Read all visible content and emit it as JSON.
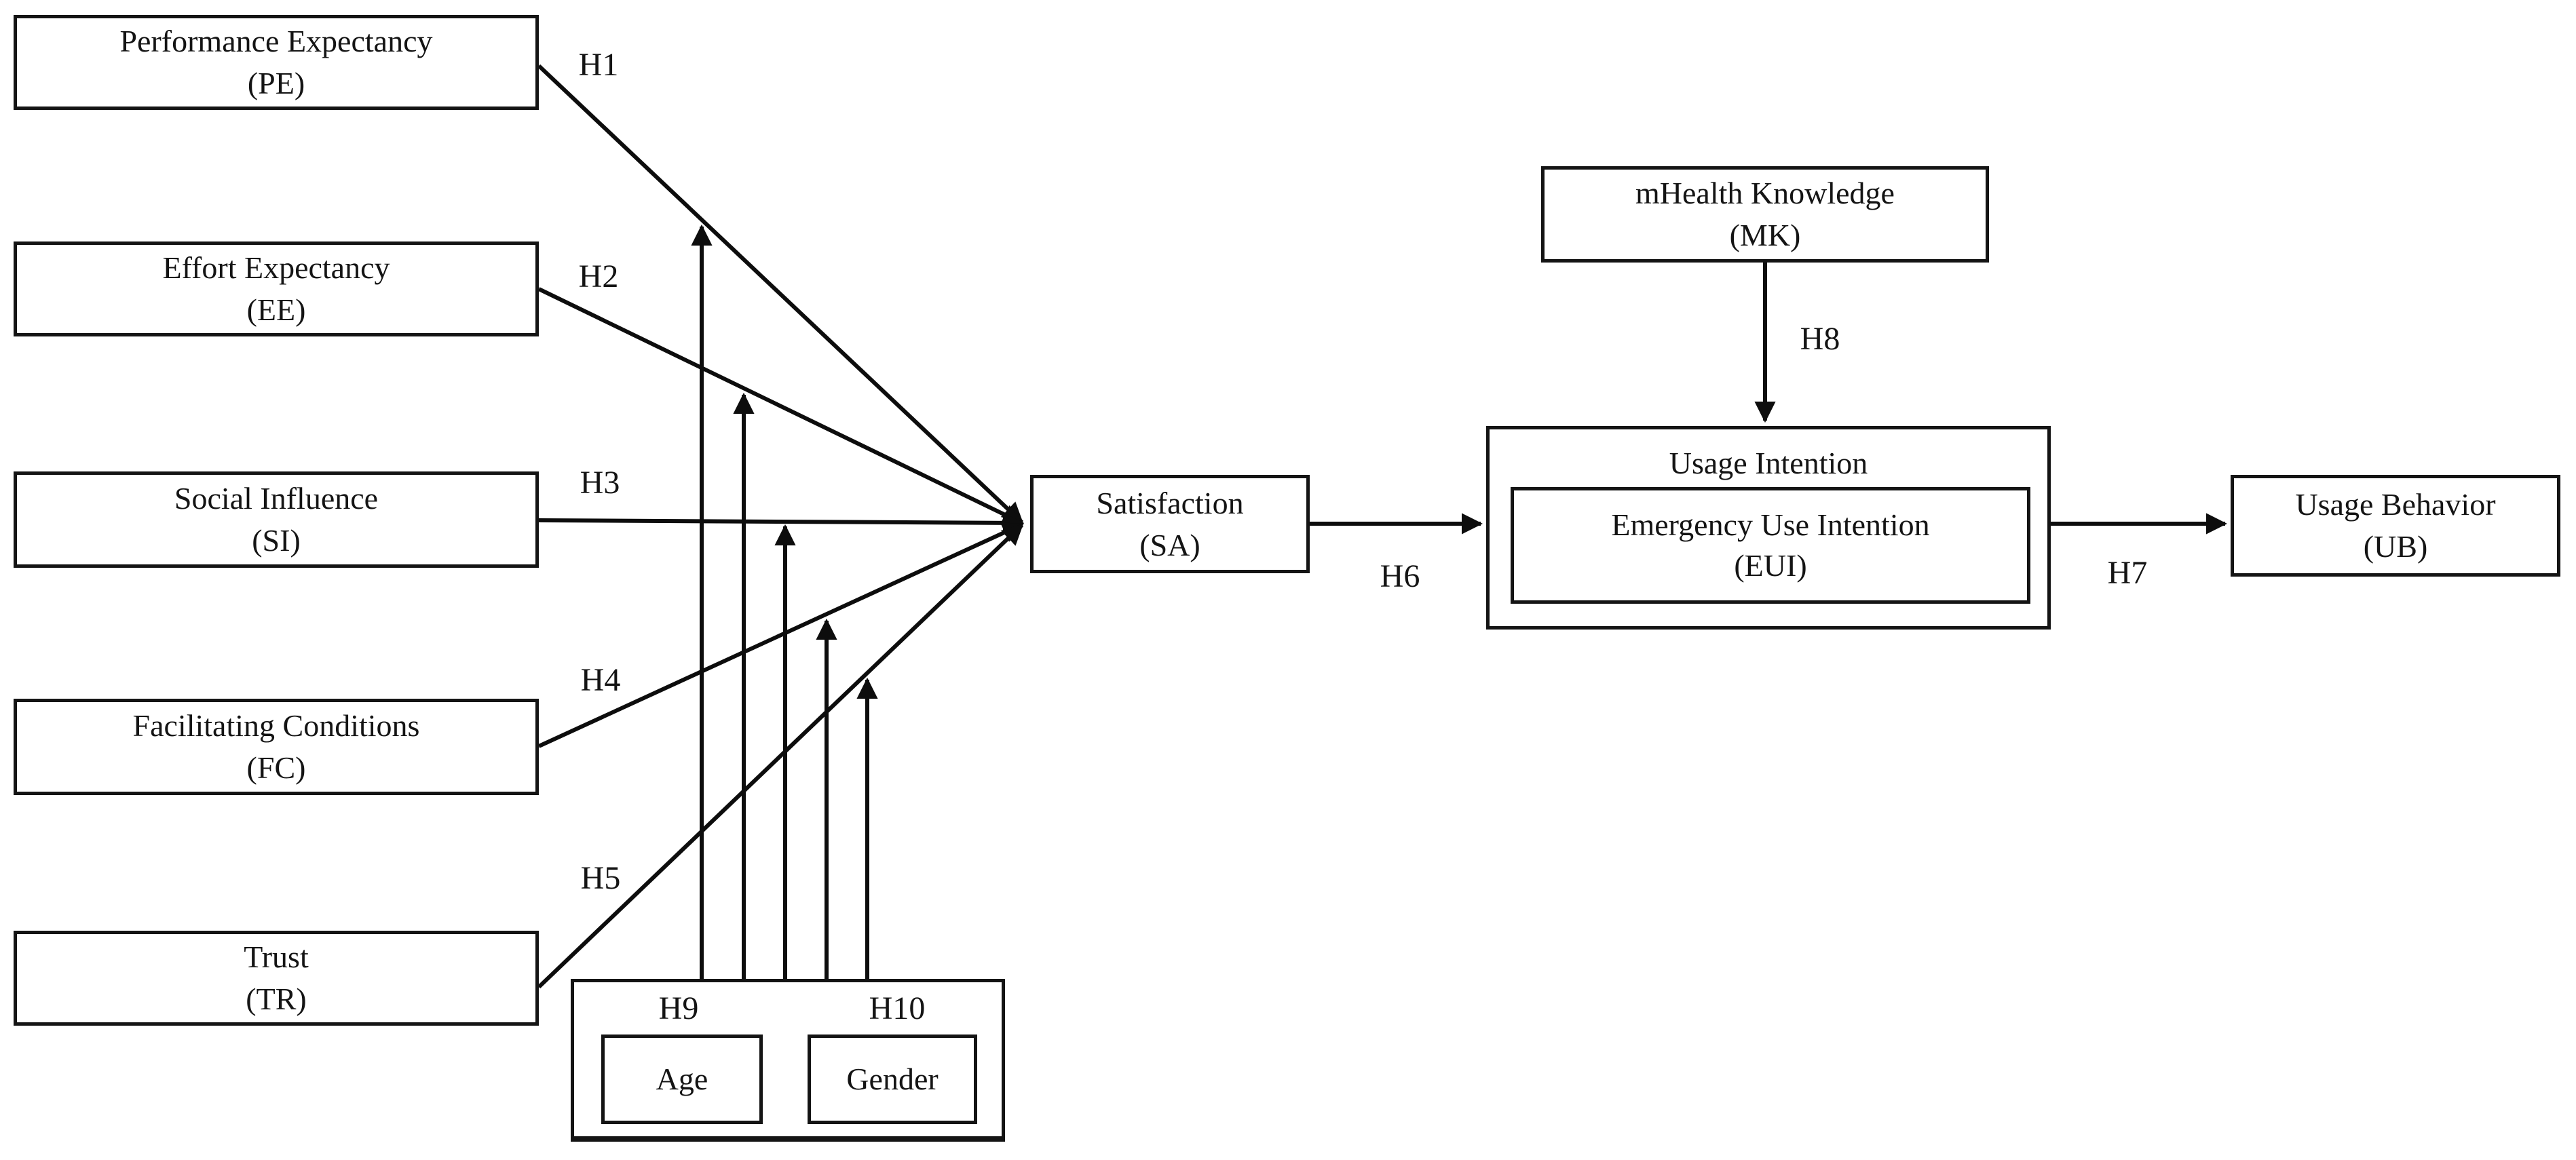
{
  "nodes": {
    "pe": {
      "line1": "Performance Expectancy",
      "line2": "(PE)"
    },
    "ee": {
      "line1": "Effort Expectancy",
      "line2": "(EE)"
    },
    "si": {
      "line1": "Social Influence",
      "line2": "(SI)"
    },
    "fc": {
      "line1": "Facilitating Conditions",
      "line2": "(FC)"
    },
    "tr": {
      "line1": "Trust",
      "line2": "(TR)"
    },
    "sa": {
      "line1": "Satisfaction",
      "line2": "(SA)"
    },
    "mk": {
      "line1": "mHealth Knowledge",
      "line2": "(MK)"
    },
    "ui": {
      "title": "Usage Intention"
    },
    "eui": {
      "line1": "Emergency Use Intention",
      "line2": "(EUI)"
    },
    "ub": {
      "line1": "Usage Behavior",
      "line2": "(UB)"
    },
    "age": {
      "label": "Age"
    },
    "gender": {
      "label": "Gender"
    }
  },
  "hypotheses": {
    "h1": "H1",
    "h2": "H2",
    "h3": "H3",
    "h4": "H4",
    "h5": "H5",
    "h6": "H6",
    "h7": "H7",
    "h8": "H8",
    "h9": "H9",
    "h10": "H10"
  },
  "colors": {
    "ink": "#141414",
    "line": "#0d0d0d",
    "background": "#ffffff"
  }
}
